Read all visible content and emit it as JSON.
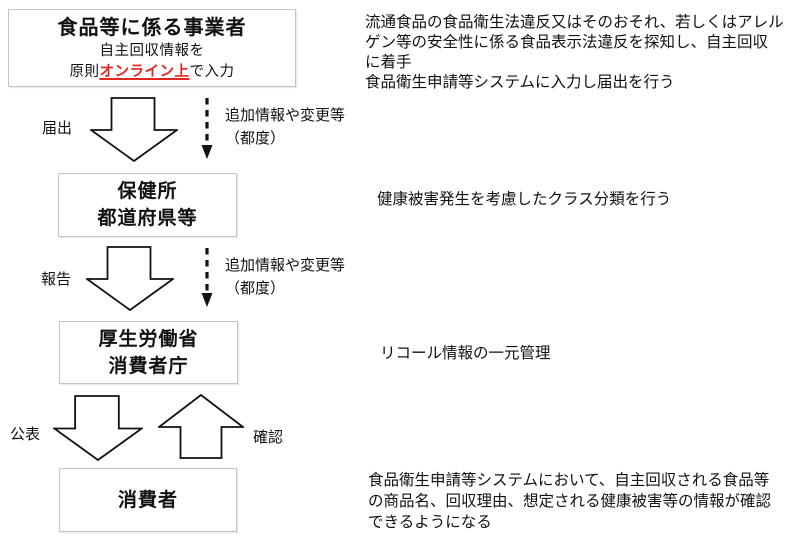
{
  "colors": {
    "highlight_red": "#e5251d",
    "box_border": "#c4c4c4",
    "diagram_ink": "#111111"
  },
  "flow": {
    "business_box": {
      "title": "食品等に係る事業者",
      "line2": "自主回収情報を",
      "line3_prefix": "原則",
      "line3_highlight": "オンライン上",
      "line3_suffix": "で入力"
    },
    "health_center_box": {
      "line1": "保健所",
      "line2": "都道府県等"
    },
    "mhlw_box": {
      "line1": "厚生労働省",
      "line2": "消費者庁"
    },
    "consumer_box": {
      "line1": "消費者"
    },
    "edge_labels": {
      "todokede": "届出",
      "hokoku": "報告",
      "kohyo": "公表",
      "kakunin": "確認"
    },
    "dashed_note_1": {
      "line1": "追加情報や変更等",
      "line2": "（都度）"
    },
    "dashed_note_2": {
      "line1": "追加情報や変更等",
      "line2": "（都度）"
    }
  },
  "annotations": {
    "detect": {
      "line1": "流通食品の食品衛生法違反又はそのおそれ、若しくはアレル",
      "line2": "ゲン等の安全性に係る食品表示法違反を探知し、自主回収",
      "line3": "に着手",
      "line4": "食品衛生申請等システムに入力し届出を行う"
    },
    "classify": {
      "line1": "健康被害発生を考慮したクラス分類を行う"
    },
    "recall": {
      "line1": "リコール情報の一元管理"
    },
    "system": {
      "line1": "食品衛生申請等システムにおいて、自主回収される食品等",
      "line2": "の商品名、回収理由、想定される健康被害等の情報が確認",
      "line3": "できるようになる"
    }
  }
}
